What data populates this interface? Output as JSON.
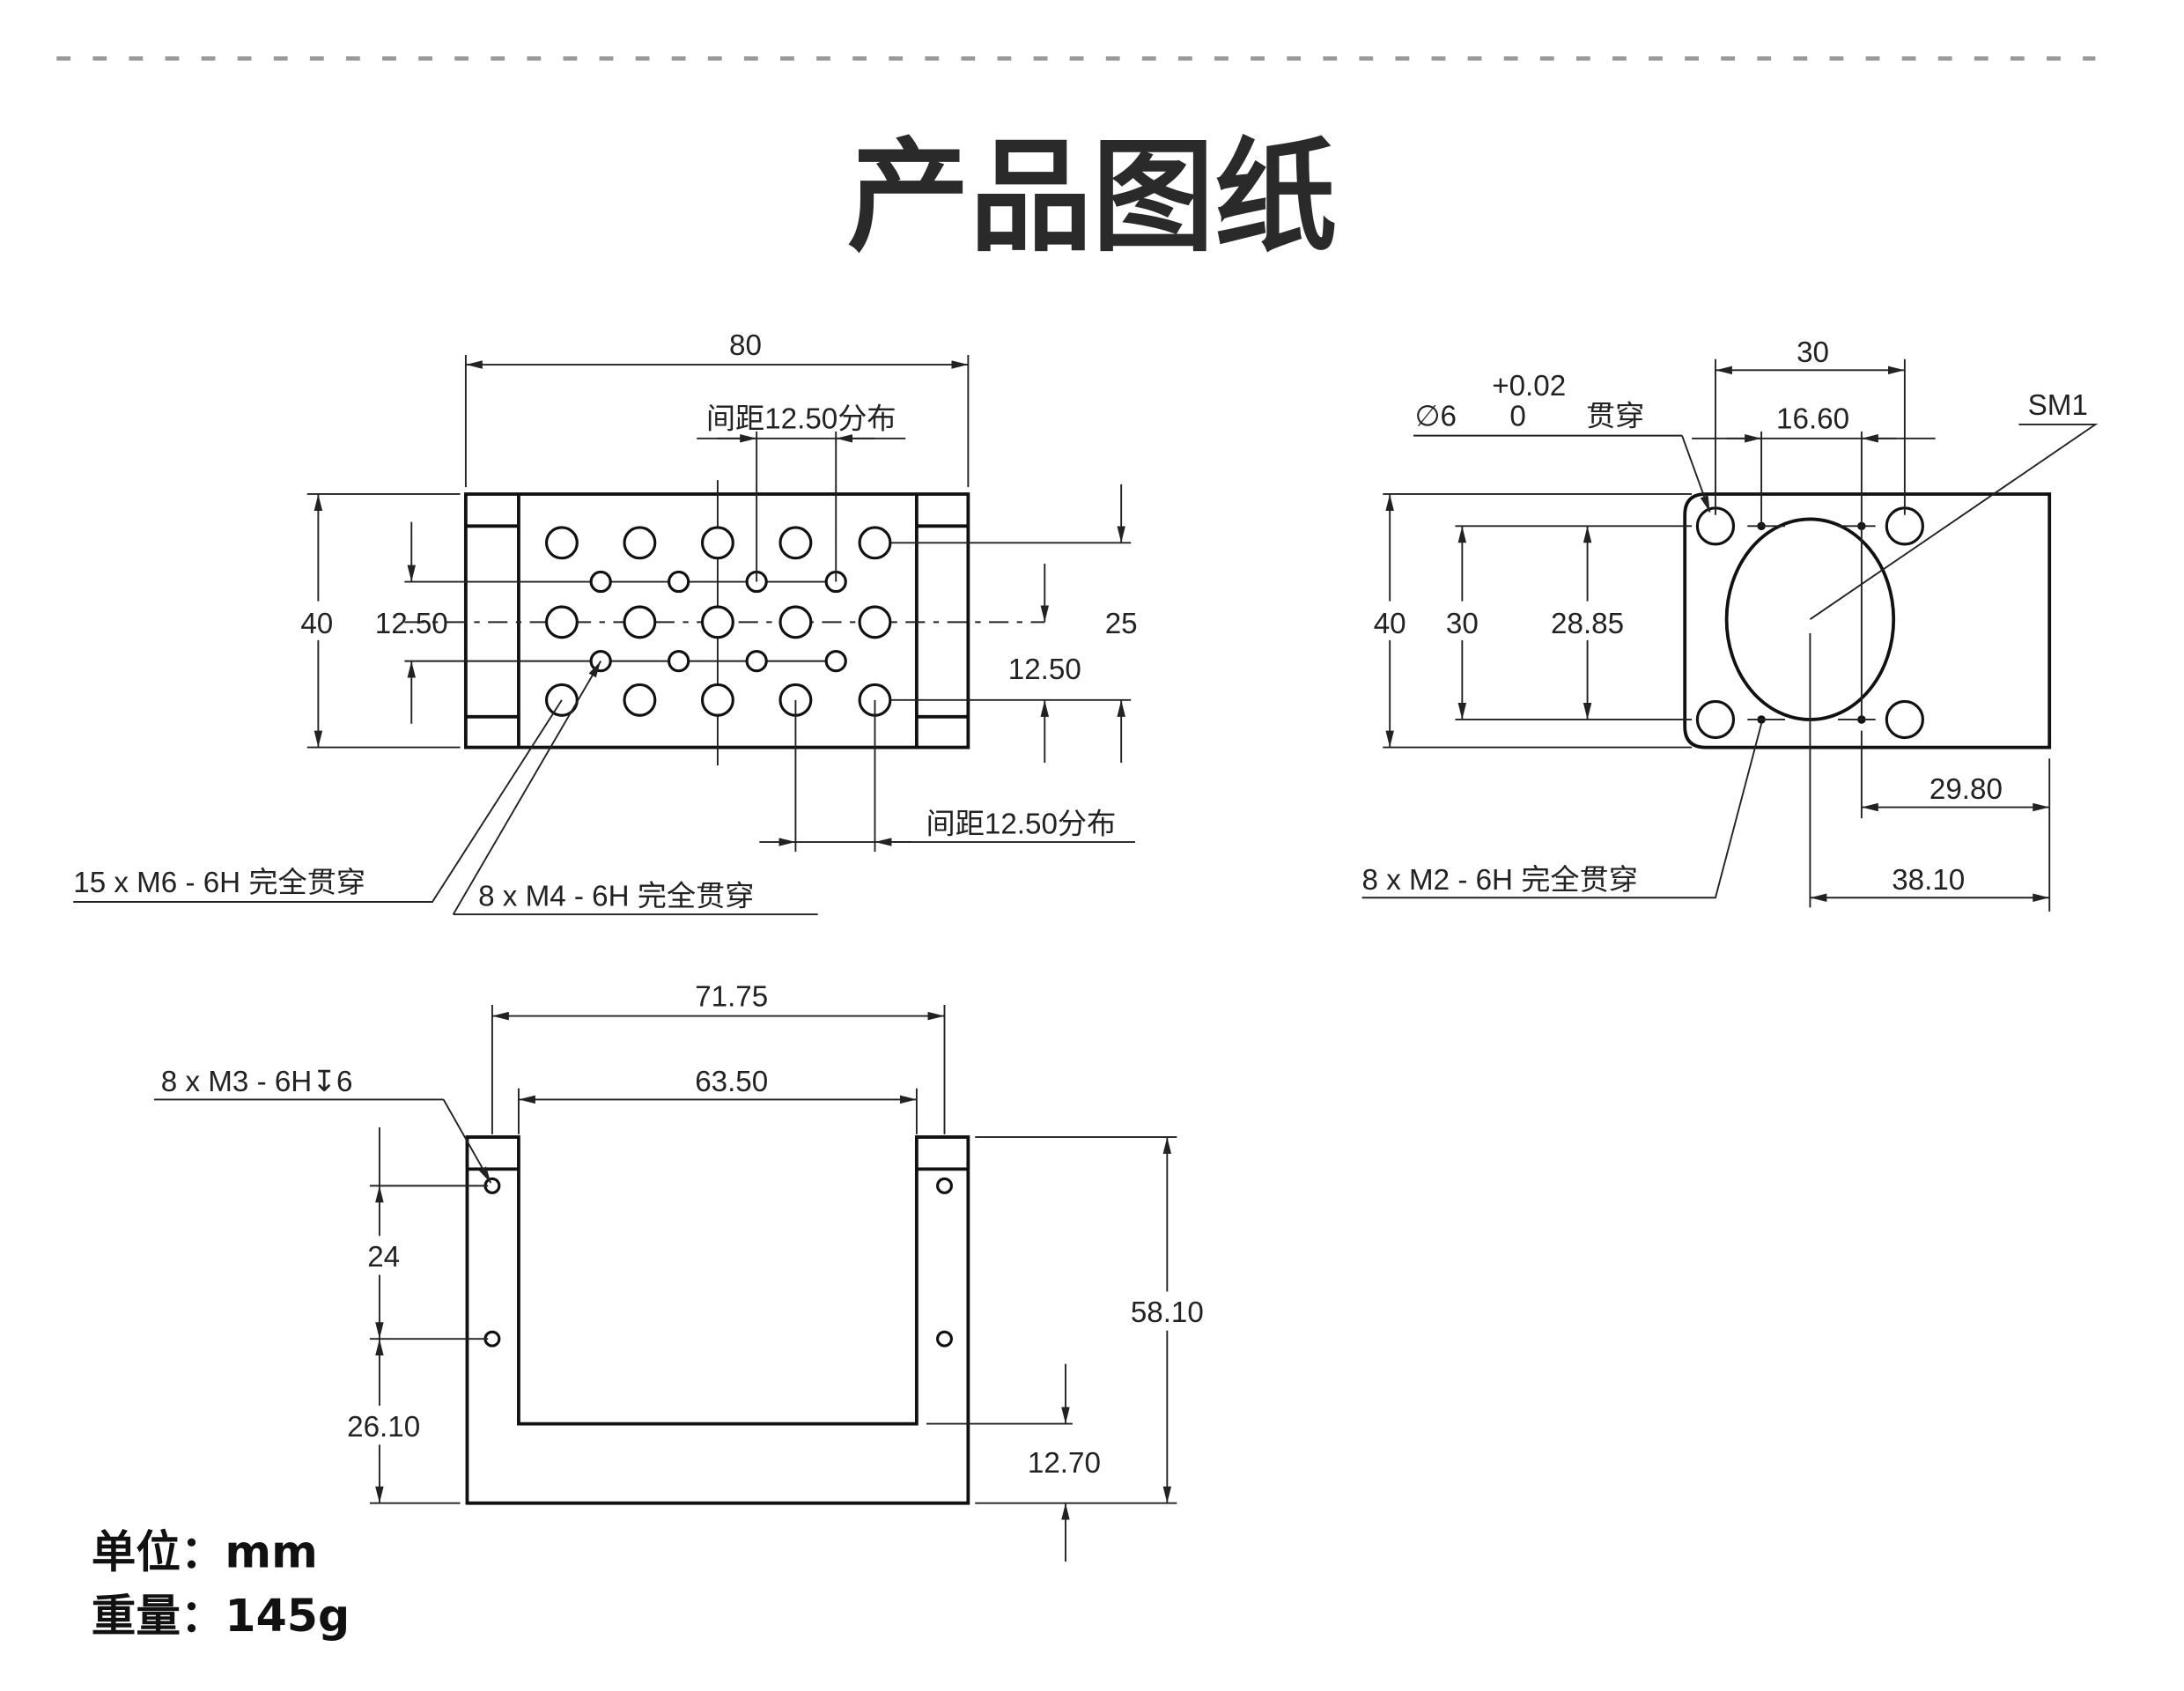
{
  "title": "产品图纸",
  "view_top": {
    "width": "80",
    "height": "40",
    "row_pitch_left": "12.50",
    "span_right": "25",
    "row_pitch_right": "12.50",
    "pitch_top_note": "间距12.50分布",
    "pitch_bottom_note": "间距12.50分布",
    "callout_m6": "15 x  M6 - 6H 完全贯穿",
    "callout_m4": "8 x  M4 - 6H 完全贯穿"
  },
  "view_side": {
    "span_top": "30",
    "inner_span": "16.60",
    "bore_callout_dia": "∅6",
    "bore_tol_upper": "+0.02",
    "bore_tol_lower": "0",
    "bore_callout_through": "贯穿",
    "sm1_label": "SM1",
    "height": "40",
    "hole_span": "30",
    "bore_dia": "28.85",
    "offset_1": "29.80",
    "offset_2": "38.10",
    "callout_m2": "8 x  M2 - 6H 完全贯穿"
  },
  "view_front": {
    "outer_span": "71.75",
    "inner_span": "63.50",
    "callout_m3": "8 x  M3 - 6H↧6",
    "hole_pitch": "24",
    "hole_bottom": "26.10",
    "height": "58.10",
    "base_thickness": "12.70"
  },
  "footer": {
    "unit": "单位：mm",
    "weight": "重量：145g"
  }
}
